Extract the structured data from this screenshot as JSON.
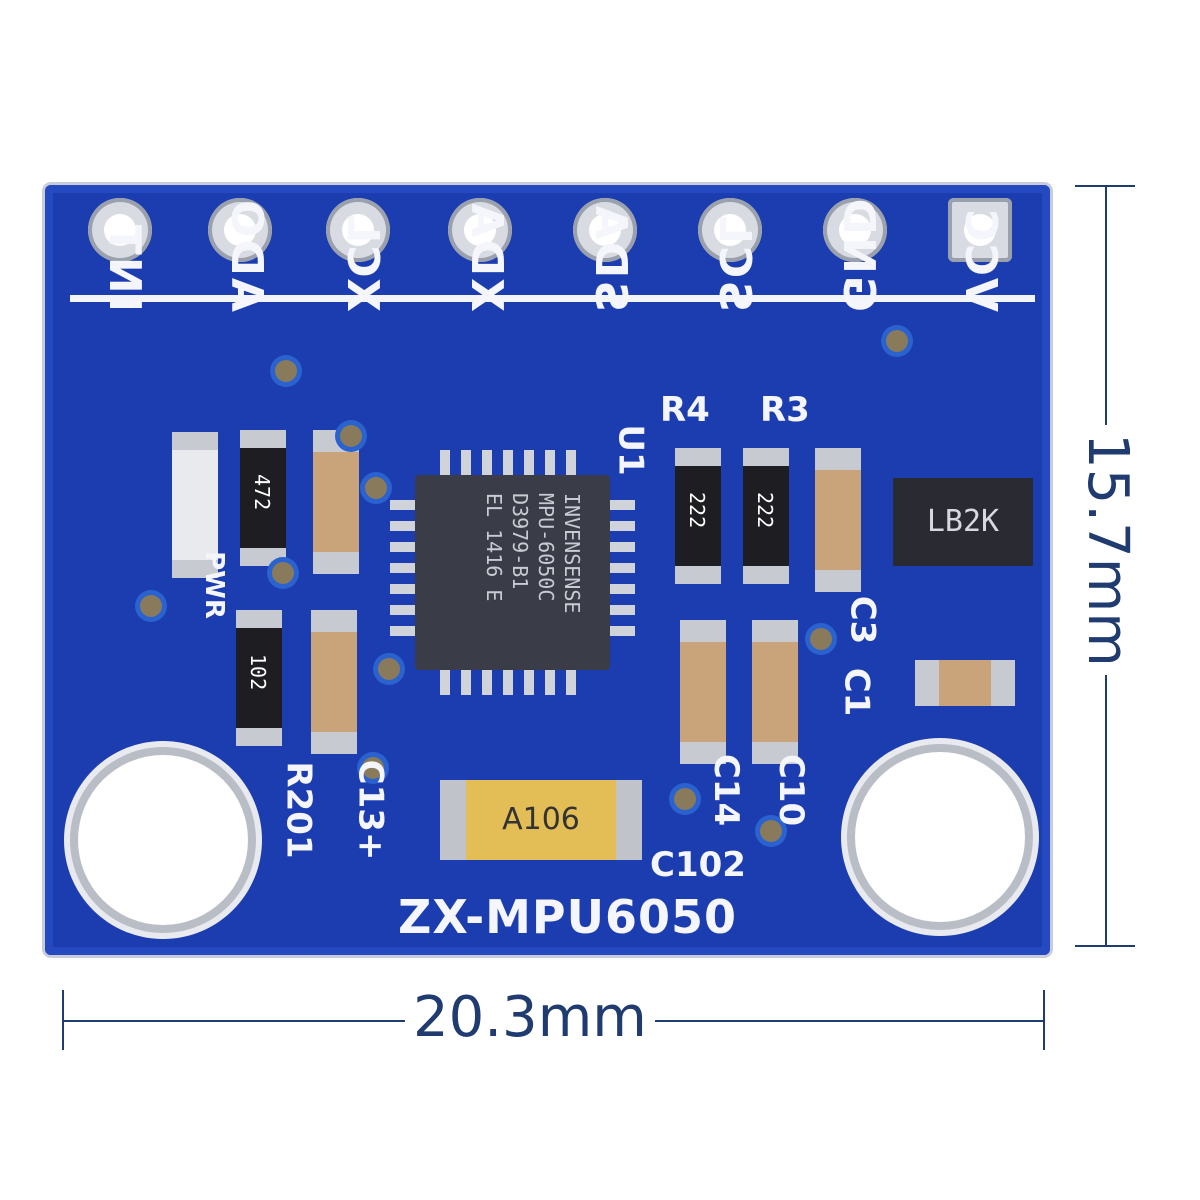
{
  "board": {
    "name": "ZX-MPU6050",
    "color": "#1b3db0",
    "pins": [
      "INT",
      "ADO",
      "XCL",
      "XDA",
      "SDA",
      "SCL",
      "GND",
      "VCC"
    ],
    "chip": {
      "lines": [
        "INVENSENSE",
        "MPU-6050C",
        "D3979-B1",
        "EL 1416 E"
      ]
    },
    "regulator": "LB2K",
    "tantalum": "A106",
    "resistors": [
      "472",
      "102",
      "222",
      "222"
    ],
    "silkscreen": {
      "r4": "R4",
      "r3": "R3",
      "u1": "U1",
      "c3": "C3",
      "c1": "C1",
      "c14": "C14",
      "c10": "C10",
      "c102": "C102",
      "r201": "R201",
      "c13": "C13+",
      "pwr": "PWR"
    }
  },
  "dimensions": {
    "width": "20.3mm",
    "height": "15.7mm",
    "color": "#1f3b70"
  }
}
